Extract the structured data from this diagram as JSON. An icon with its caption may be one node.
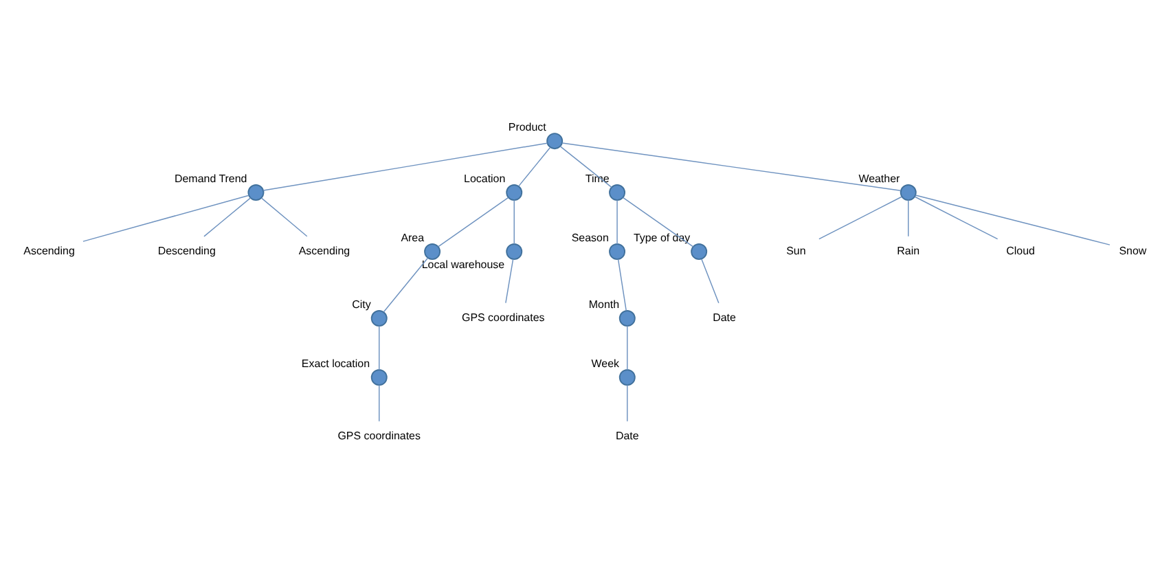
{
  "diagram": {
    "nodes": [
      {
        "text": [],
        "shape": "circle",
        "beside": [
          "Product"
        ]
      },
      {
        "text": [],
        "shape": "circle",
        "beside": [
          "Demand Trend"
        ]
      },
      {
        "text": [],
        "shape": "circle",
        "beside": [
          "Location"
        ]
      },
      {
        "text": [],
        "shape": "circle",
        "beside": [
          "Time"
        ]
      },
      {
        "text": [],
        "shape": "circle",
        "beside": [
          "Weather"
        ]
      },
      {
        "text": [
          "Ascending"
        ]
      },
      {
        "text": [
          "Descending"
        ]
      },
      {
        "text": [
          "Ascending"
        ]
      },
      {
        "text": [],
        "shape": "circle",
        "beside": [
          "Area"
        ]
      },
      {
        "text": [],
        "shape": "circle",
        "beside": [
          "City"
        ]
      },
      {
        "text": [],
        "shape": "circle",
        "beside": [
          "Exact location"
        ]
      },
      {
        "text": [
          "GPS coordinates"
        ]
      },
      {
        "text": [],
        "shape": "circle",
        "beside": [
          "Local warehouse"
        ]
      },
      {
        "text": [
          "GPS coordinates"
        ]
      },
      {
        "text": [],
        "shape": "circle",
        "beside": [
          "Season"
        ]
      },
      {
        "text": [],
        "shape": "circle",
        "beside": [
          "Month"
        ]
      },
      {
        "text": [],
        "shape": "circle",
        "beside": [
          "Week"
        ]
      },
      {
        "text": [
          "Date"
        ]
      },
      {
        "text": [],
        "shape": "circle",
        "beside": [
          "Type of day"
        ]
      },
      {
        "text": [
          "Date"
        ]
      },
      {
        "text": [
          "Sun"
        ]
      },
      {
        "text": [
          "Rain"
        ]
      },
      {
        "text": [
          "Cloud"
        ]
      },
      {
        "text": [
          "Snow"
        ]
      }
    ],
    "edges": [
      {
        "from": 0,
        "to": 1,
        "arrow": "none"
      },
      {
        "from": 0,
        "to": 2,
        "arrow": "none"
      },
      {
        "from": 0,
        "to": 3,
        "arrow": "none"
      },
      {
        "from": 0,
        "to": 4,
        "arrow": "none"
      },
      {
        "from": 1,
        "to": 5,
        "arrow": "none"
      },
      {
        "from": 1,
        "to": 6,
        "arrow": "none"
      },
      {
        "from": 1,
        "to": 7,
        "arrow": "none"
      },
      {
        "from": 2,
        "to": 8,
        "arrow": "none"
      },
      {
        "from": 2,
        "to": 12,
        "arrow": "none"
      },
      {
        "from": 8,
        "to": 9,
        "arrow": "none"
      },
      {
        "from": 9,
        "to": 10,
        "arrow": "none"
      },
      {
        "from": 10,
        "to": 11,
        "arrow": "none"
      },
      {
        "from": 12,
        "to": 13,
        "arrow": "none"
      },
      {
        "from": 3,
        "to": 14,
        "arrow": "none"
      },
      {
        "from": 3,
        "to": 18,
        "arrow": "none"
      },
      {
        "from": 14,
        "to": 15,
        "arrow": "none"
      },
      {
        "from": 15,
        "to": 16,
        "arrow": "none"
      },
      {
        "from": 16,
        "to": 17,
        "arrow": "none"
      },
      {
        "from": 18,
        "to": 19,
        "arrow": "none"
      },
      {
        "from": 4,
        "to": 20,
        "arrow": "none"
      },
      {
        "from": 4,
        "to": 21,
        "arrow": "none"
      },
      {
        "from": 4,
        "to": 22,
        "arrow": "none"
      },
      {
        "from": 4,
        "to": 23,
        "arrow": "none"
      }
    ]
  }
}
